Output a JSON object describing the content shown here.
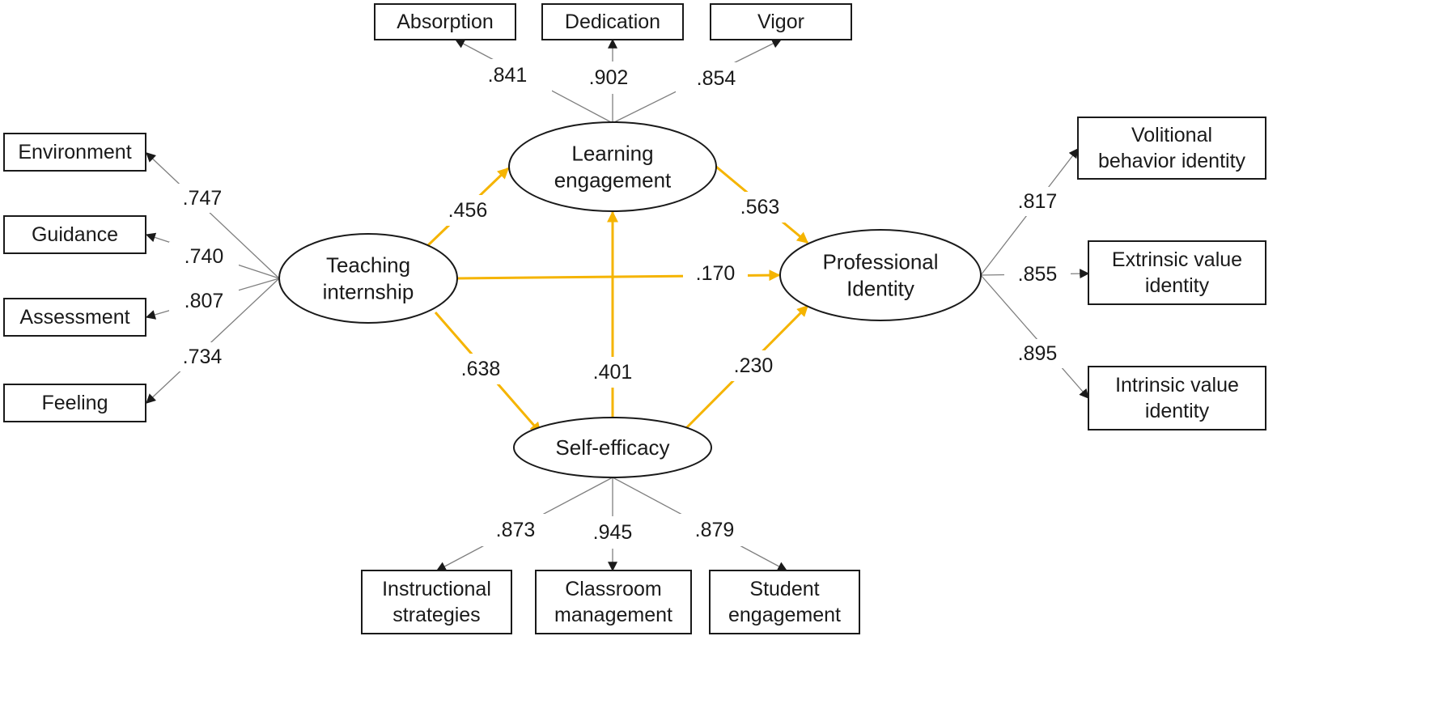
{
  "colors": {
    "structural_path": "#F5B400",
    "loading_line": "#7F7F7F",
    "outline": "#1A1A1A",
    "background": "#FFFFFF"
  },
  "latent": {
    "teaching": [
      "Teaching",
      "internship"
    ],
    "learning": [
      "Learning",
      "engagement"
    ],
    "selfeff": [
      "Self-efficacy"
    ],
    "professional": [
      "Professional",
      "Identity"
    ]
  },
  "indicators": {
    "environment": [
      "Environment"
    ],
    "guidance": [
      "Guidance"
    ],
    "assessment": [
      "Assessment"
    ],
    "feeling": [
      "Feeling"
    ],
    "absorption": [
      "Absorption"
    ],
    "dedication": [
      "Dedication"
    ],
    "vigor": [
      "Vigor"
    ],
    "volitional": [
      "Volitional",
      "behavior identity"
    ],
    "extrinsic": [
      "Extrinsic value",
      "identity"
    ],
    "intrinsic": [
      "Intrinsic value",
      "identity"
    ],
    "instructional": [
      "Instructional",
      "strategies"
    ],
    "classroom": [
      "Classroom",
      "management"
    ],
    "student": [
      "Student",
      "engagement"
    ]
  },
  "loadings": {
    "environment": ".747",
    "guidance": ".740",
    "assessment": ".807",
    "feeling": ".734",
    "absorption": ".841",
    "dedication": ".902",
    "vigor": ".854",
    "volitional": ".817",
    "extrinsic": ".855",
    "intrinsic": ".895",
    "instructional": ".873",
    "classroom": ".945",
    "student": ".879"
  },
  "paths": {
    "teaching_learning": ".456",
    "teaching_professional": ".170",
    "teaching_selfeff": ".638",
    "learning_professional": ".563",
    "selfeff_learning": ".401",
    "selfeff_professional": ".230"
  }
}
